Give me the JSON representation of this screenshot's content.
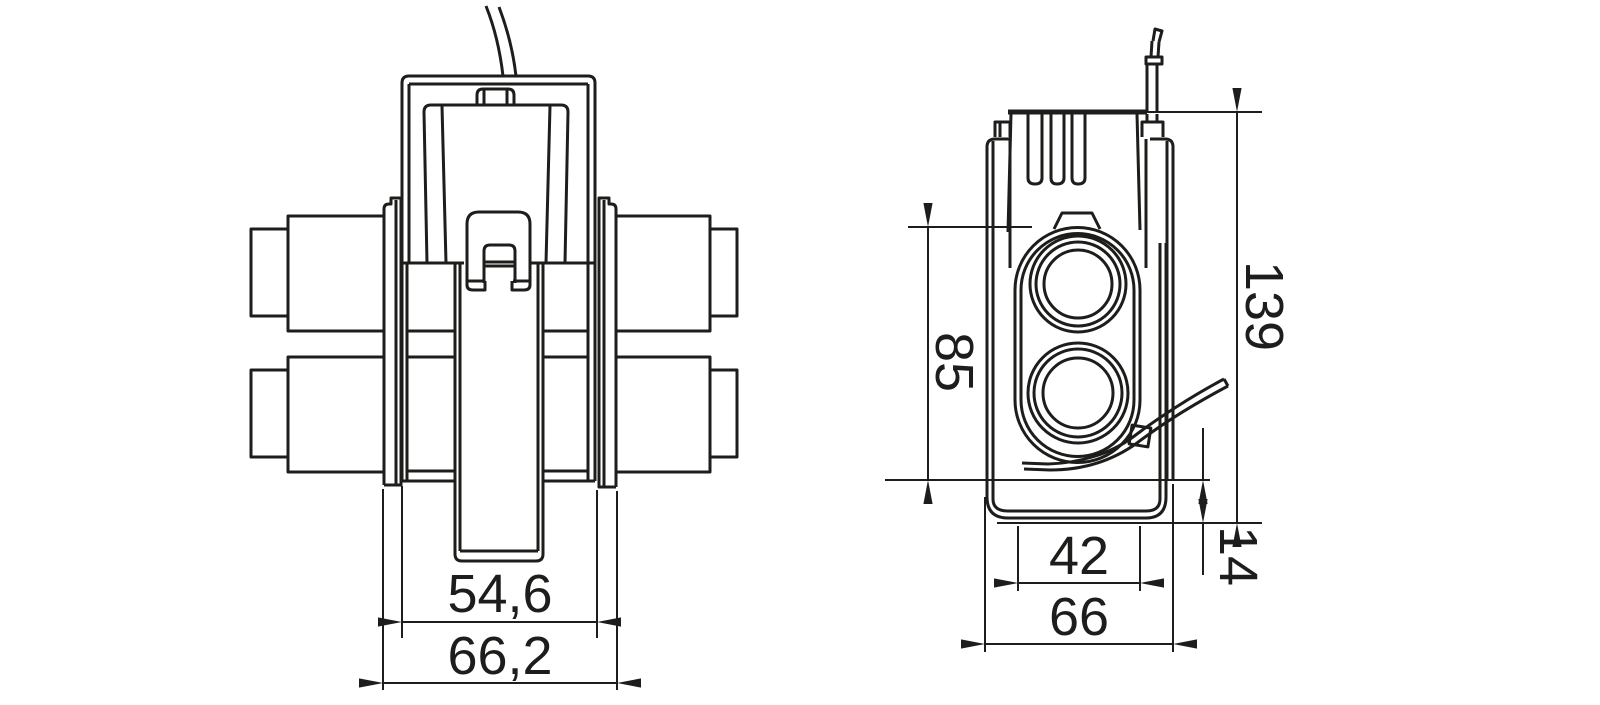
{
  "drawing_type": "technical-dimension-drawing",
  "unit": "mm",
  "views": {
    "front": {
      "name": "front-view",
      "description": "front view: housing with top cable entry, latch clip, side flanges, two stacked busbars passing through",
      "dimensions": {
        "body_width_mm": "54,6",
        "overall_width_mm": "66,2"
      }
    },
    "side": {
      "name": "side-view",
      "description": "side view: vented housing, strap around two circular cable openings, sensor wire with cable tie",
      "dimensions": {
        "overall_height_mm": "139",
        "window_height_mm": "85",
        "base_offset_mm": "14",
        "strap_width_mm": "42",
        "overall_width_mm": "66"
      }
    }
  },
  "colors": {
    "line": "#1d1d1b",
    "background": "#ffffff"
  }
}
